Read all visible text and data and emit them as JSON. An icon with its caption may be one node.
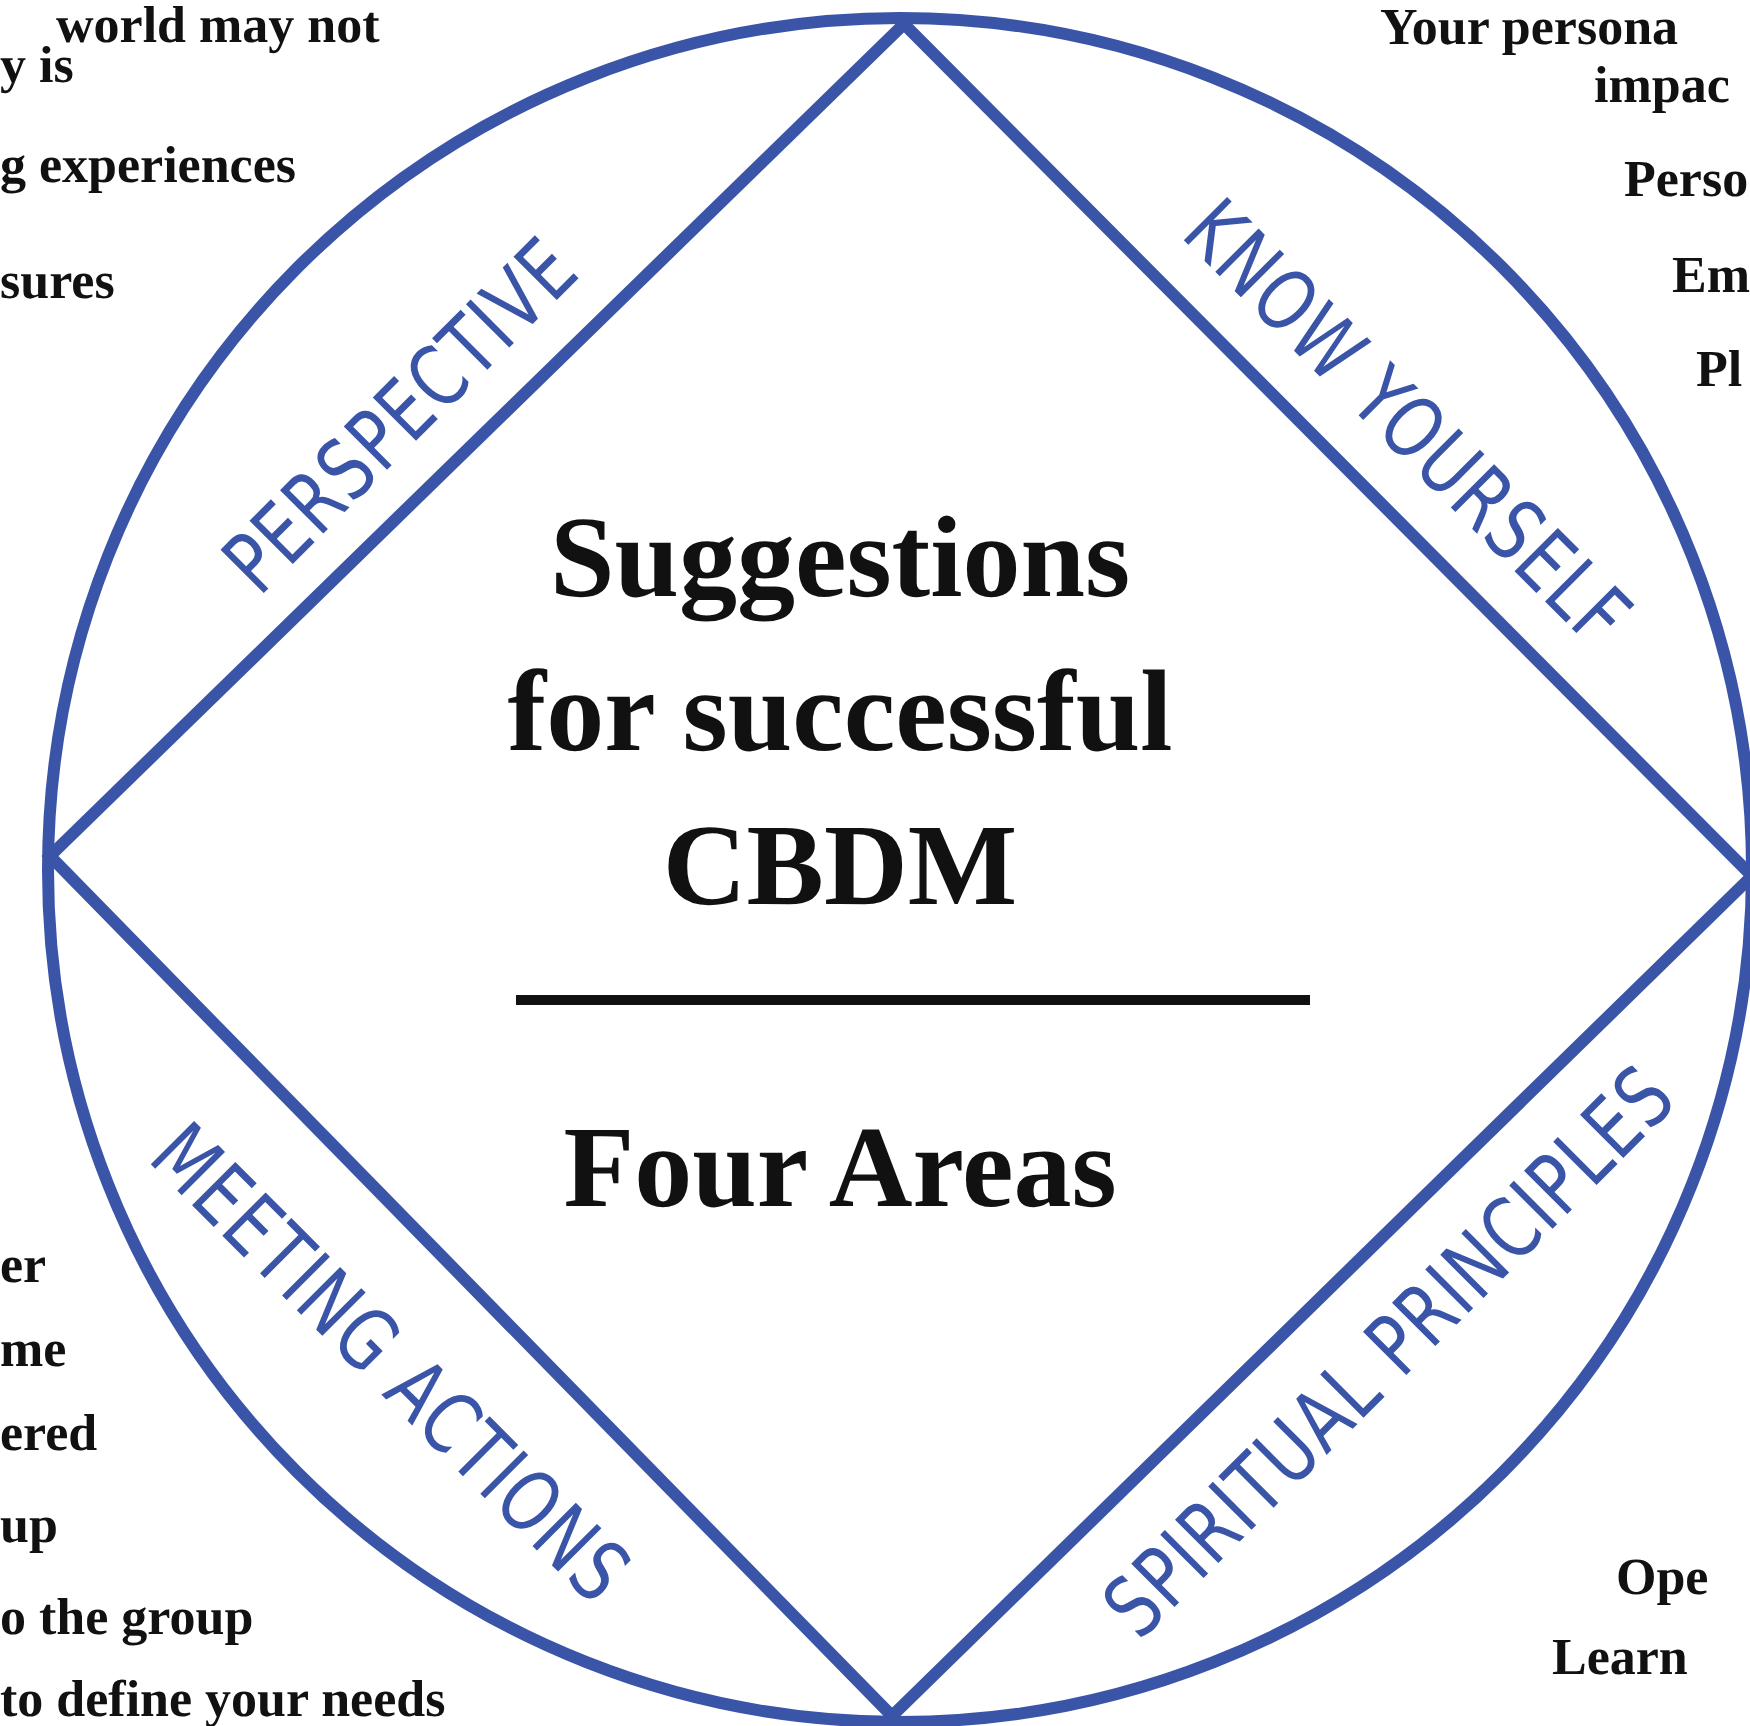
{
  "diagram": {
    "nodes": [
      {
        "text": [
          "PERSPECTIVE",
          "KNOW YOURSELF",
          "MEETING ACTIONS",
          "SPIRITUAL PRINCIPLES"
        ]
      },
      {
        "text": [
          "Suggestions for successful CBDM",
          "Four Areas"
        ],
        "in": 0
      }
    ],
    "edges": [],
    "labels": [
      "world may not",
      "y is",
      "Your persona",
      "impac",
      "g experiences",
      "Perso",
      "sures",
      "Em",
      "Pl",
      "er",
      "me",
      "ered",
      "up",
      "Ope",
      "o the group",
      "Learn",
      "to define your needs"
    ]
  }
}
